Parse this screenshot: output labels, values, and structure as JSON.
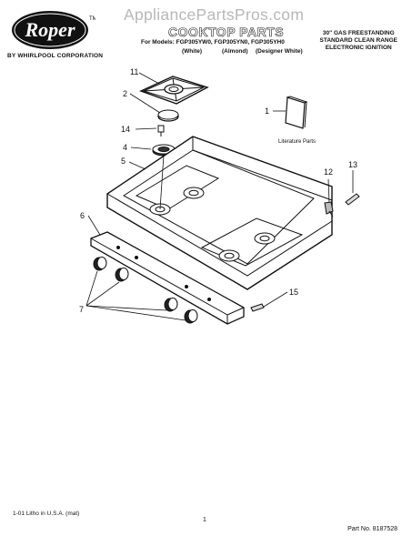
{
  "header": {
    "brand": "Roper",
    "brand_mark": "TM",
    "brand_sub": "BY WHIRLPOOL CORPORATION",
    "watermark": "AppliancePartsPros.com",
    "title": "COOKTOP PARTS",
    "models_line": "For Models: FGP305YW0, FGP305YN0, FGP305YH0",
    "variants": [
      "(White)",
      "(Almond)",
      "(Designer White)"
    ],
    "description": [
      "30\" GAS FREESTANDING",
      "STANDARD CLEAN RANGE",
      "ELECTRONIC IGNITION"
    ]
  },
  "diagram": {
    "callouts": [
      "1",
      "2",
      "4",
      "5",
      "6",
      "7",
      "11",
      "12",
      "13",
      "14",
      "15"
    ],
    "literature_label": "Literature Parts"
  },
  "footer": {
    "litho": "1-01 Litho in U.S.A. (mat)",
    "page": "1",
    "part_no": "Part No. 8187528"
  }
}
